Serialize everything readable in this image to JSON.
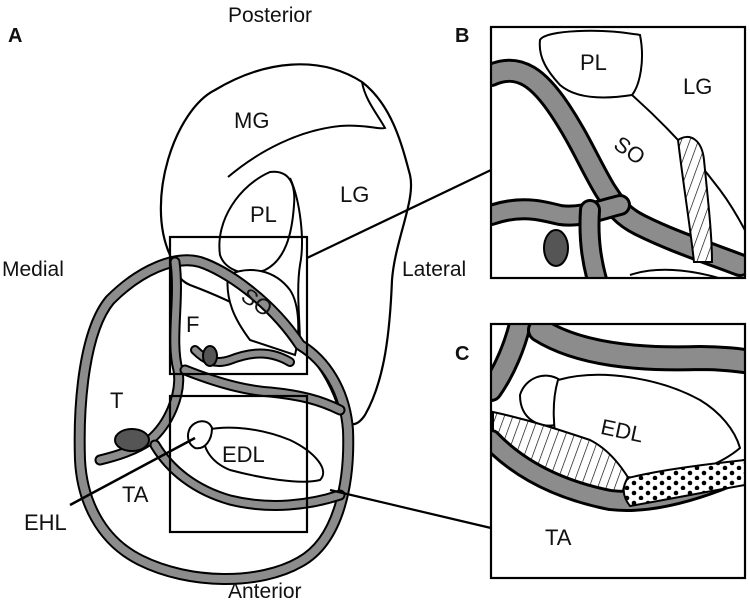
{
  "panels": {
    "a": "A",
    "b": "B",
    "c": "C"
  },
  "orientation": {
    "posterior": "Posterior",
    "anterior": "Anterior",
    "medial": "Medial",
    "lateral": "Lateral"
  },
  "panel_a": {
    "mg": "MG",
    "lg": "LG",
    "pl": "PL",
    "so": "SO",
    "f": "F",
    "t": "T",
    "edl": "EDL",
    "ta": "TA",
    "ehl": "EHL"
  },
  "panel_b": {
    "pl": "PL",
    "lg": "LG",
    "so": "SO"
  },
  "panel_c": {
    "edl": "EDL",
    "ta": "TA"
  },
  "colors": {
    "fascia": "#8c8c8c",
    "vessel": "#555555",
    "outline": "#000000",
    "background": "#ffffff"
  }
}
